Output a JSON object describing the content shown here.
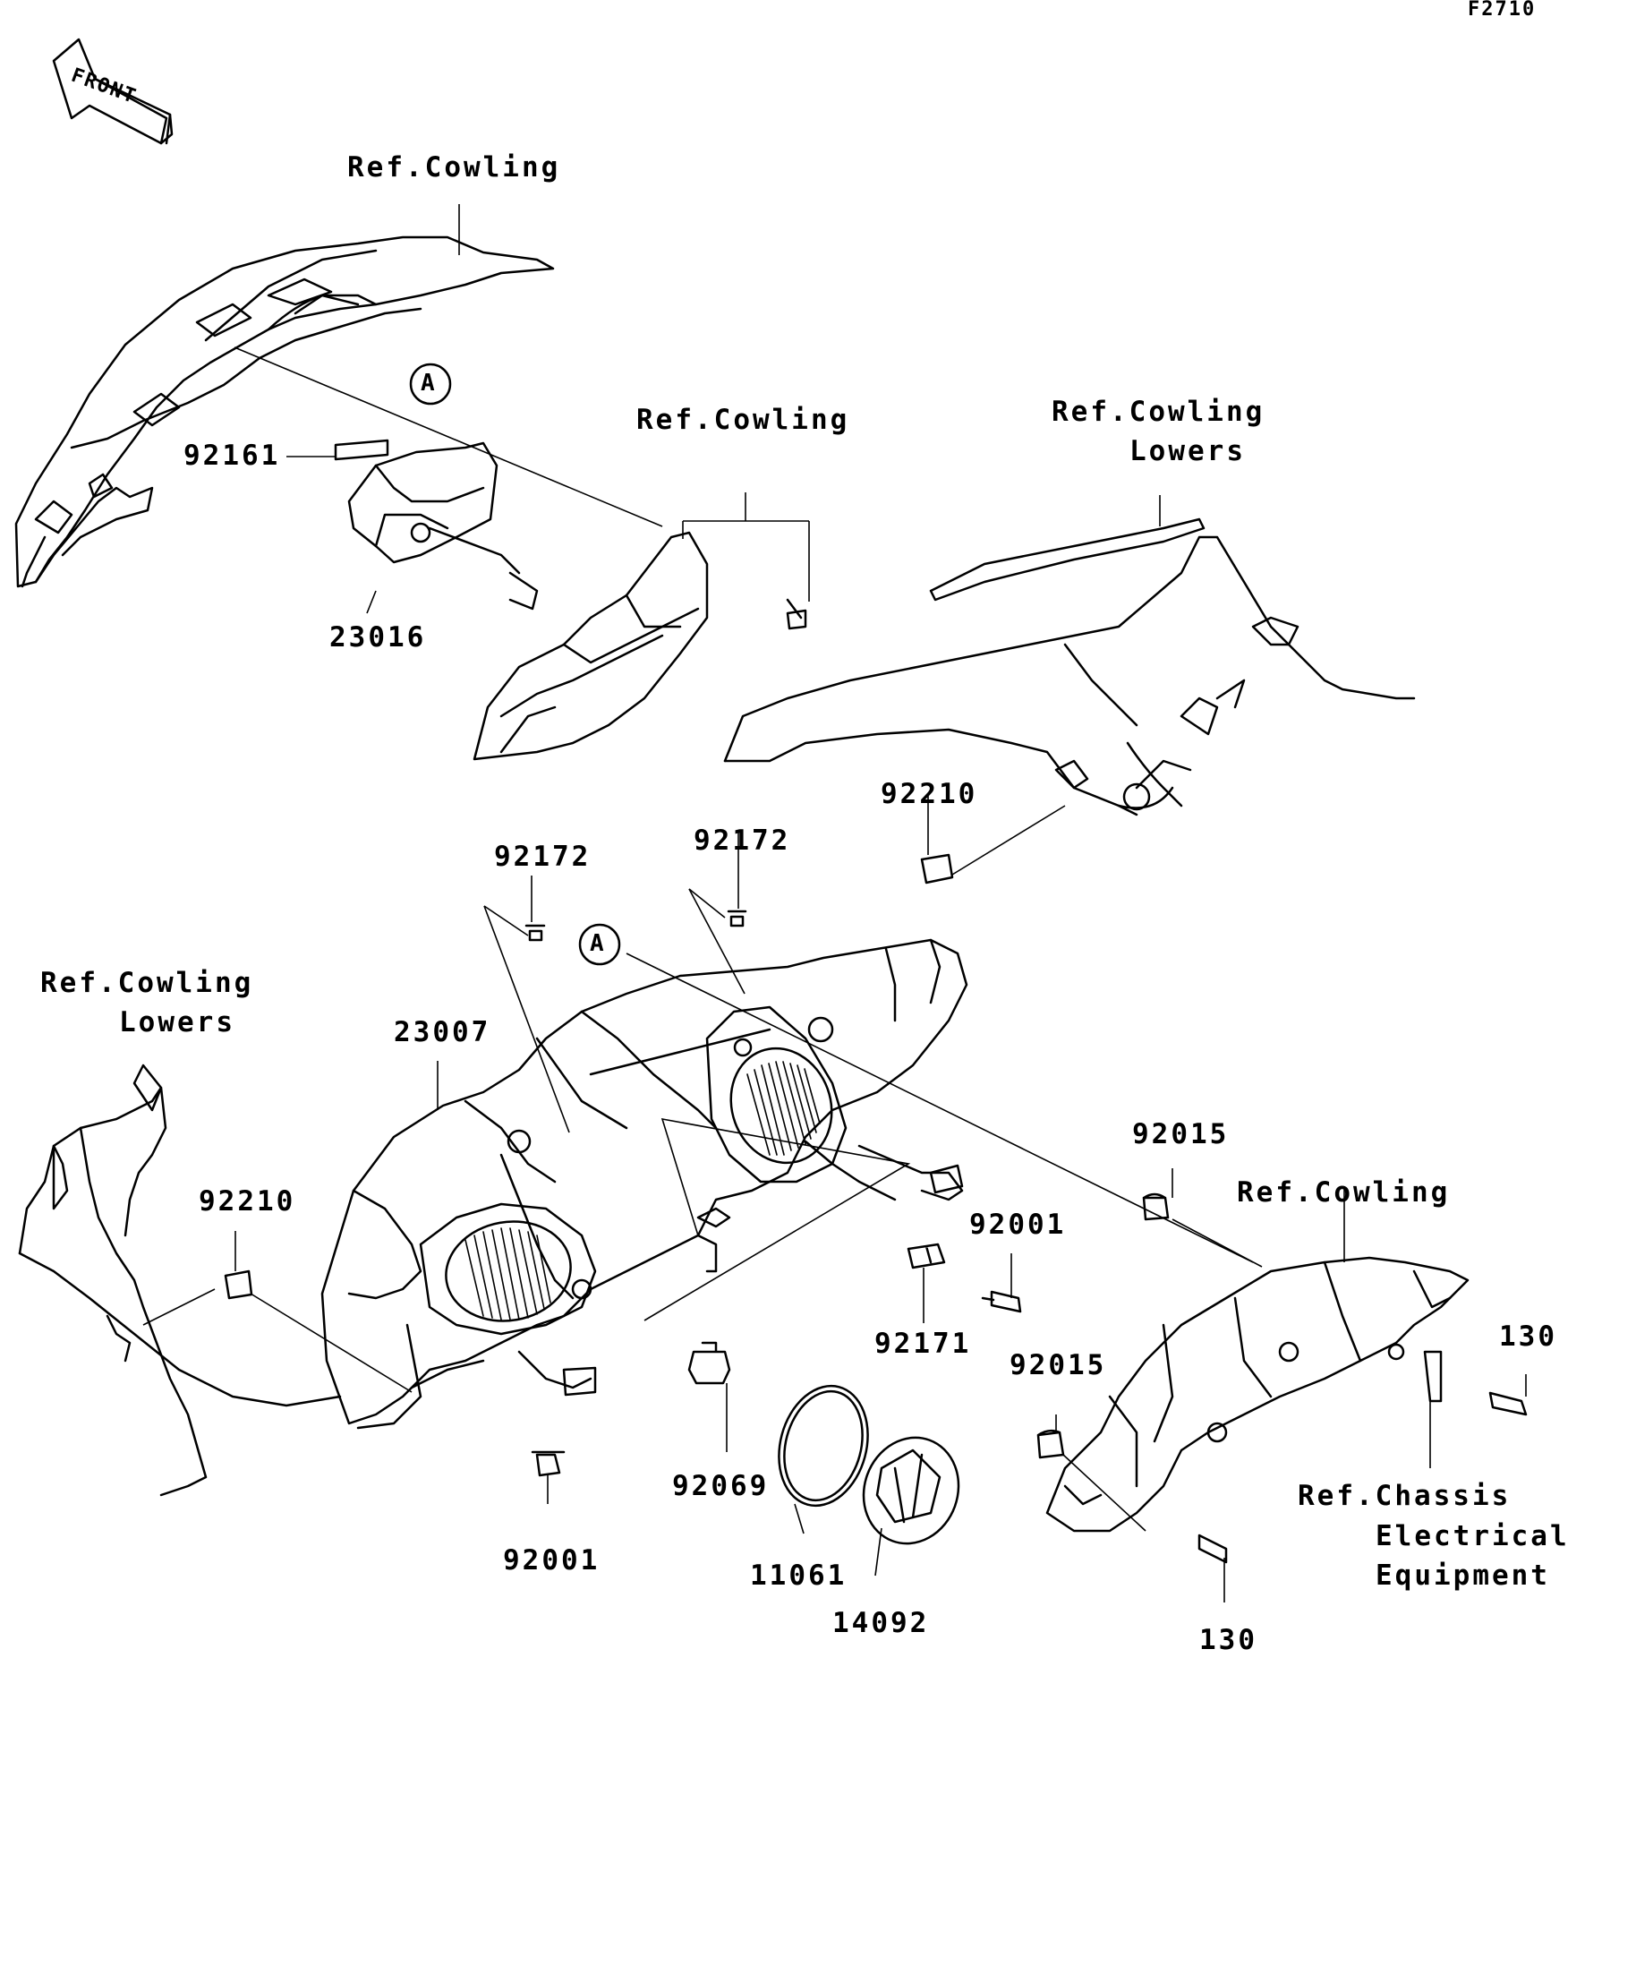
{
  "figure_code": "F2710",
  "front_label": "FRONT",
  "callout_marker": "A",
  "refs": {
    "cowling_top": "Ref.Cowling",
    "cowling_center": "Ref.Cowling",
    "cowling_lowers_right_1": "Ref.Cowling",
    "cowling_lowers_right_2": "Lowers",
    "cowling_lowers_left_1": "Ref.Cowling",
    "cowling_lowers_left_2": "Lowers",
    "cowling_right": "Ref.Cowling",
    "chassis_1": "Ref.Chassis",
    "chassis_2": "Electrical",
    "chassis_3": "Equipment"
  },
  "parts": {
    "p92161": "92161",
    "p23016": "23016",
    "p92210_top": "92210",
    "p92172_left": "92172",
    "p92172_right": "92172",
    "p23007": "23007",
    "p92210_left": "92210",
    "p92015_top": "92015",
    "p92001_right": "92001",
    "p92171": "92171",
    "p92015_bottom": "92015",
    "p130_right": "130",
    "p92069": "92069",
    "p92001_bottom": "92001",
    "p11061": "11061",
    "p14092": "14092",
    "p130_bottom": "130"
  }
}
